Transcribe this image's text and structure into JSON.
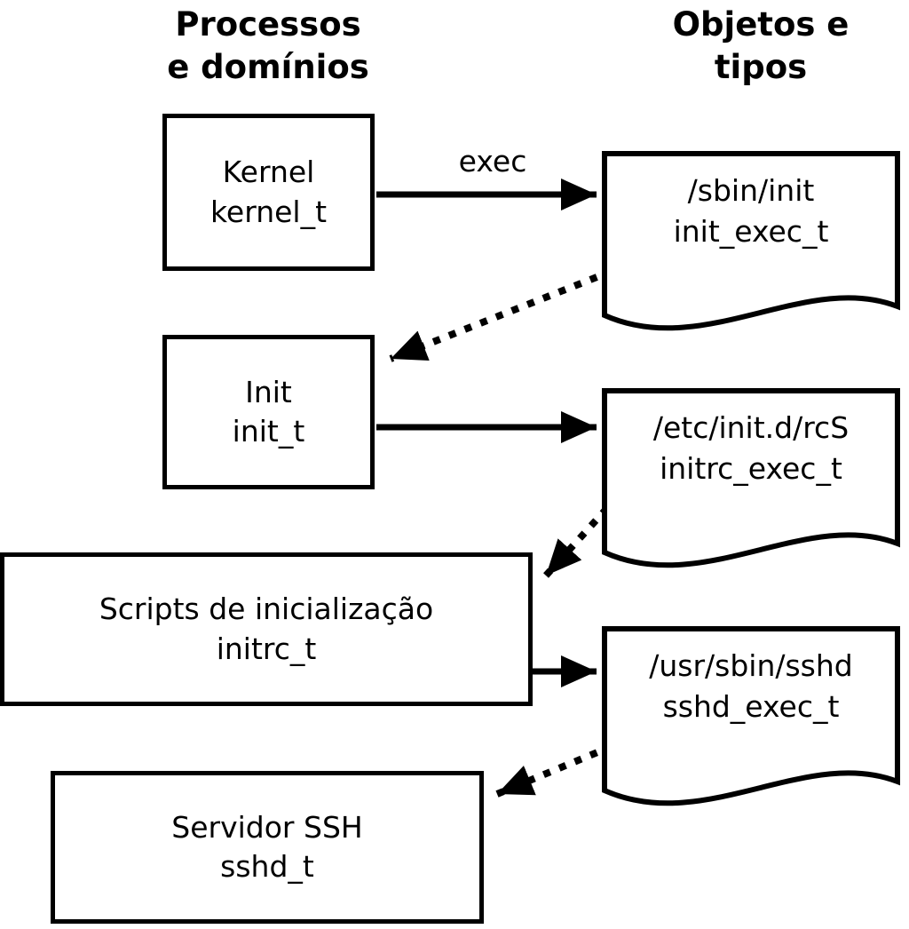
{
  "headers": {
    "left_line1": "Processos",
    "left_line2": "e domínios",
    "right_line1": "Objetos e",
    "right_line2": "tipos"
  },
  "processes": [
    {
      "name": "Kernel",
      "type": "kernel_t"
    },
    {
      "name": "Init",
      "type": "init_t"
    },
    {
      "name": "Scripts de inicialização",
      "type": "initrc_t"
    },
    {
      "name": "Servidor SSH",
      "type": "sshd_t"
    }
  ],
  "objects": [
    {
      "path": "/sbin/init",
      "type": "init_exec_t"
    },
    {
      "path": "/etc/init.d/rcS",
      "type": "initrc_exec_t"
    },
    {
      "path": "/usr/sbin/sshd",
      "type": "sshd_exec_t"
    }
  ],
  "labels": {
    "exec": "exec"
  },
  "colors": {
    "stroke": "#000000",
    "fill": "#ffffff"
  }
}
